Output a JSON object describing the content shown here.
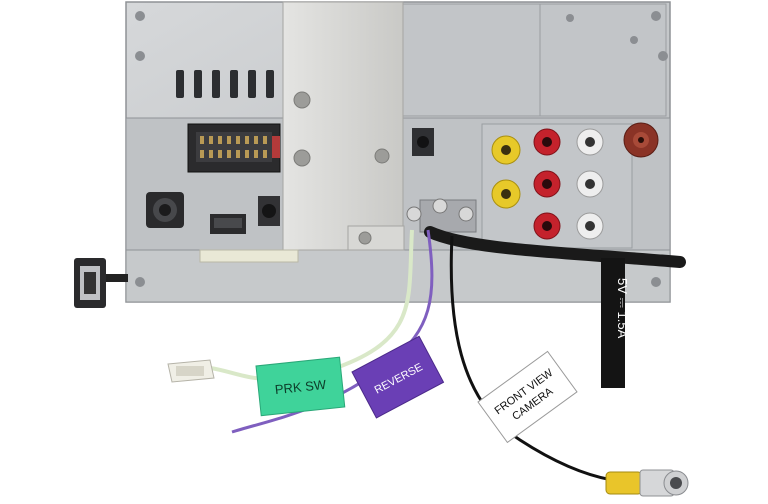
{
  "labels": {
    "prk_sw": "PRK SW",
    "reverse": "REVERSE",
    "front_view_camera_line1": "FRONT VIEW",
    "front_view_camera_line2": "CAMERA",
    "usb_power_rating": "5V ⎓ 1.5A"
  },
  "colors": {
    "chassis": "#c9ccce",
    "chassis_dark": "#9ea2a6",
    "panel_back": "#b9bcbf",
    "prk_sw_tag": "#3fd39a",
    "reverse_tag": "#6a3fb5",
    "camera_tag": "#ffffff",
    "usb_cable": "#1a1a1a",
    "rca_yellow": "#f2d33a",
    "rca_red": "#c4222c",
    "rca_white": "#eeeeee",
    "wire_green": "#d9e8c8",
    "wire_purple": "#7f5fbf"
  }
}
